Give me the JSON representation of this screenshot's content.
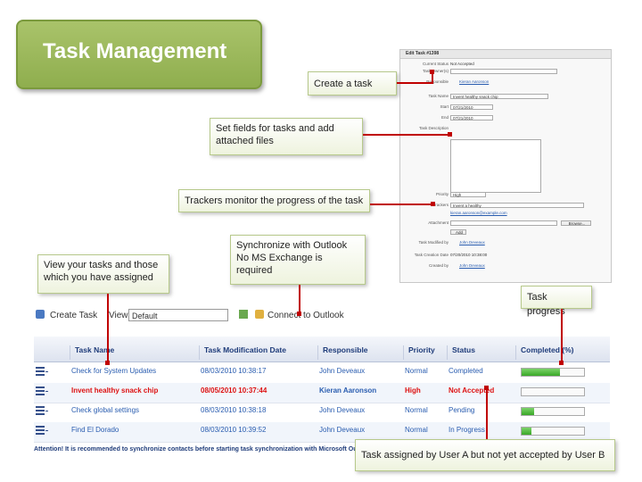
{
  "title": "Task Management",
  "callouts": {
    "create": "Create a task",
    "fields": "Set fields for tasks and add attached files",
    "trackers": "Trackers monitor the progress of the task",
    "view": "View your tasks and those which you have assigned",
    "sync": "Synchronize with Outlook No MS Exchange is required",
    "progress": "Task progress",
    "assigned": "Task assigned by User A but not yet accepted by User B"
  },
  "form": {
    "header": "Edit Task #1398",
    "current_status_label": "Current Status",
    "current_status_value": "Not Accepted",
    "task_owner_label": "Task Owner(s)",
    "responsible_label": "Responsible",
    "responsible_value": "Kieran Aaronson",
    "task_name_label": "Task Name",
    "task_name_value": "Invent healthy snack chip",
    "start_label": "Start",
    "start_value": "07/21/2010",
    "end_label": "End",
    "end_value": "07/21/2010",
    "description_label": "Task Description",
    "priority_label": "Priority",
    "priority_value": "High",
    "trackers_label": "Trackers",
    "trackers_value": "Invent a healthy",
    "trackers_email": "kieran.aaronson@example.com",
    "attachment_label": "Attachment",
    "add_label": "Add",
    "browse_label": "Browse...",
    "modified_by_label": "Task Modified by",
    "modified_by_value": "John Deveaux",
    "creation_date_label": "Task Creation Date",
    "creation_date_value": "07/20/2010 10:38:00",
    "created_by_label": "Created by",
    "created_by_value": "John Deveaux"
  },
  "toolbar": {
    "create_task": "Create Task",
    "views_label": "Views:",
    "views_value": "Default",
    "connect_outlook": "Connect to Outlook"
  },
  "grid": {
    "columns": [
      "Task Name",
      "Task Modification Date",
      "Responsible",
      "Priority",
      "Status",
      "Completed (%)"
    ],
    "rows": [
      {
        "name": "Check for System Updates",
        "date": "08/03/2010 10:38:17",
        "responsible": "John Deveaux",
        "priority": "Normal",
        "status": "Completed",
        "completed": 0.62
      },
      {
        "name": "Invent healthy snack chip",
        "date": "08/05/2010 10:37:44",
        "responsible": "Kieran Aaronson",
        "priority": "High",
        "status": "Not Accepted",
        "completed": 0.0
      },
      {
        "name": "Check global settings",
        "date": "08/03/2010 10:38:18",
        "responsible": "John Deveaux",
        "priority": "Normal",
        "status": "Pending",
        "completed": 0.2
      },
      {
        "name": "Find El Dorado",
        "date": "08/03/2010 10:39:52",
        "responsible": "John Deveaux",
        "priority": "Normal",
        "status": "In Progress",
        "completed": 0.15
      }
    ]
  },
  "warning": "Attention! It is recommended to synchronize contacts before starting task synchronization with Microsoft Outlook"
}
